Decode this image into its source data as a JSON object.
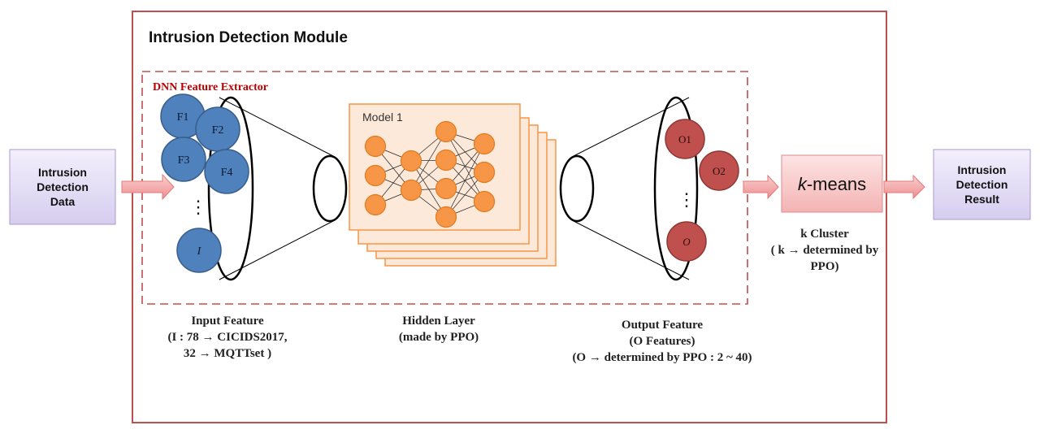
{
  "module_title": "Intrusion Detection Module",
  "extractor_title": "DNN Feature Extractor",
  "input_box": {
    "lines": [
      "Intrusion",
      "Detection",
      "Data"
    ]
  },
  "result_box": {
    "lines": [
      "Intrusion",
      "Detection",
      "Result"
    ]
  },
  "kmeans": {
    "k": "k",
    "rest": "-means"
  },
  "model_label": "Model 1",
  "input_nodes": [
    "F1",
    "F2",
    "F3",
    "F4",
    "I"
  ],
  "output_nodes": [
    "O1",
    "O2",
    "O"
  ],
  "ellipsis": "⋮",
  "captions": {
    "input": [
      "Input Feature",
      "(I : 78 → CICIDS2017,",
      "32 → MQTTset )"
    ],
    "hidden": [
      "Hidden Layer",
      "(made by PPO)"
    ],
    "output": [
      "Output Feature",
      "(O Features)",
      "(O → determined by PPO : 2 ~ 40)"
    ],
    "cluster": [
      "k Cluster",
      "( k → determined by",
      "PPO)"
    ]
  },
  "colors": {
    "module_border": "#c0504d",
    "extractor_title": "#c00000",
    "input_node": "#4f81bd",
    "output_node": "#c0504d",
    "hidden_node": "#f79646",
    "model_fill": "#fde9d9",
    "arrow": "#f4a3a3",
    "side_box": "#e5dff5"
  }
}
